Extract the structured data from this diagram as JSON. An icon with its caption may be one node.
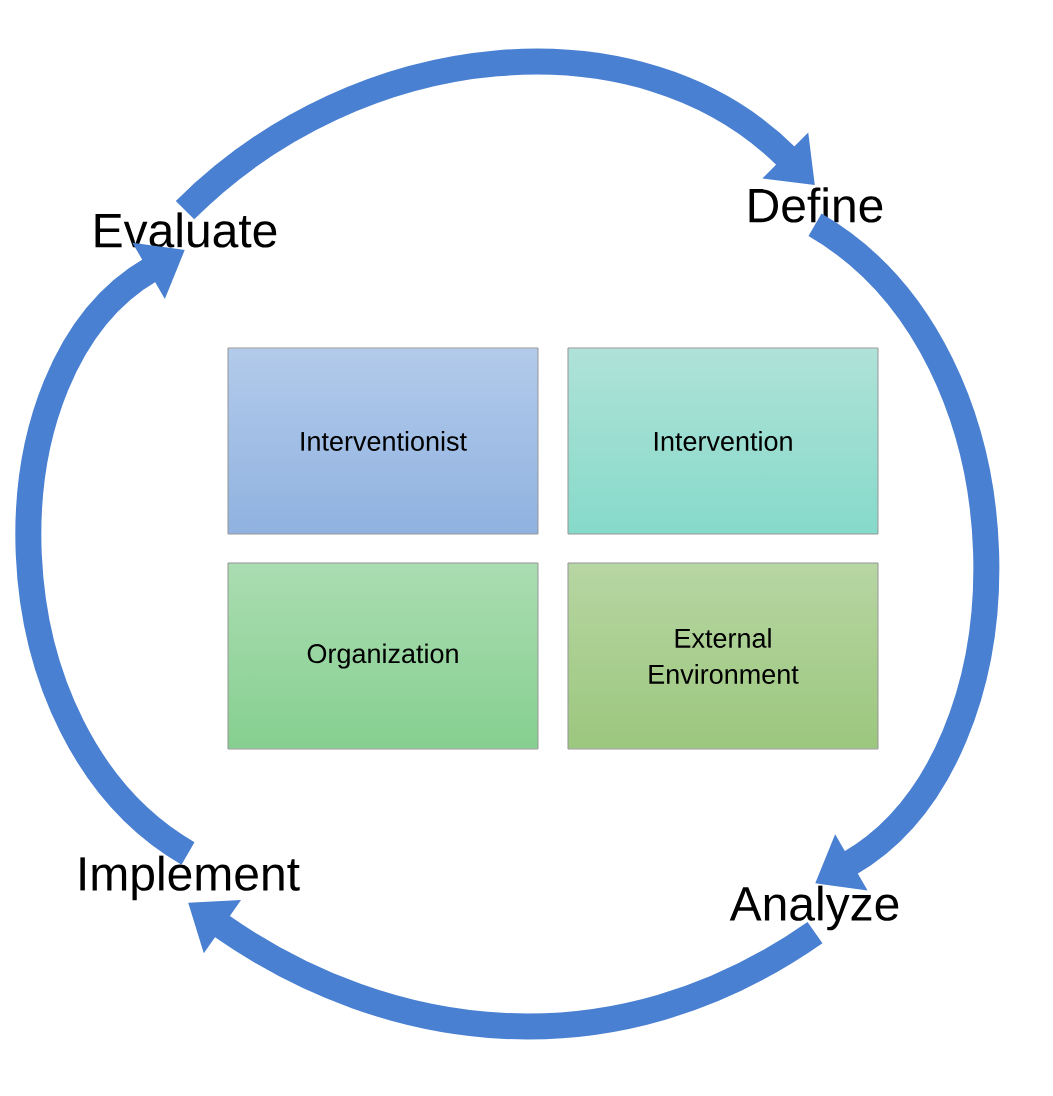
{
  "diagram": {
    "nodes": [
      {
        "text": [
          "Evaluate"
        ]
      },
      {
        "text": [
          "Define"
        ]
      },
      {
        "text": [
          "Analyze"
        ]
      },
      {
        "text": [
          "Implement"
        ]
      },
      {
        "text": [
          "Interventionist"
        ]
      },
      {
        "text": [
          "Intervention"
        ]
      },
      {
        "text": [
          "Organization"
        ]
      },
      {
        "text": [
          "External Environment"
        ]
      }
    ],
    "edges": [
      {
        "from": 0,
        "to": 1,
        "arrow": "to"
      },
      {
        "from": 1,
        "to": 2,
        "arrow": "to"
      },
      {
        "from": 2,
        "to": 3,
        "arrow": "to"
      },
      {
        "from": 3,
        "to": 0,
        "arrow": "to"
      }
    ]
  }
}
